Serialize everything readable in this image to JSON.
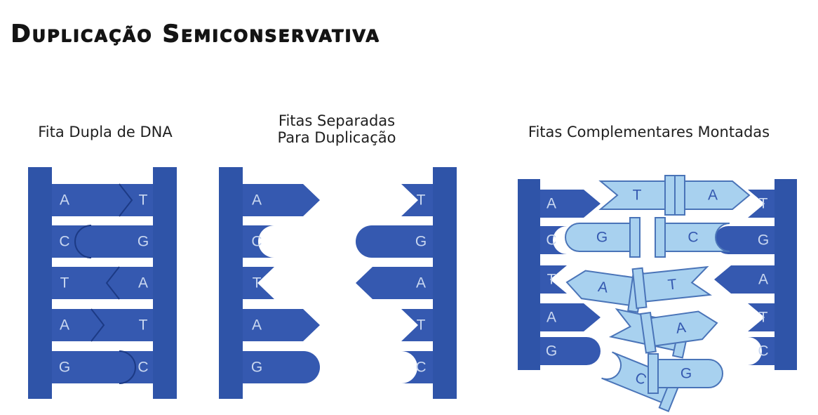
{
  "title": "Duplicação Semiconservativa",
  "panels": {
    "double_strand": {
      "title": "Fita Dupla de DNA"
    },
    "separated": {
      "title_line1": "Fitas Separadas",
      "title_line2": "Para Duplicação"
    },
    "assembled": {
      "title": "Fitas Complementares Montadas"
    }
  },
  "pairs": [
    {
      "left": "A",
      "right": "T"
    },
    {
      "left": "C",
      "right": "G"
    },
    {
      "left": "T",
      "right": "A"
    },
    {
      "left": "A",
      "right": "T"
    },
    {
      "left": "G",
      "right": "C"
    }
  ],
  "colors": {
    "backbone": "#2f54a8",
    "base_dark": "#3559b0",
    "base_light": "#a8d1ef",
    "base_light_stroke": "#4a74b8",
    "text_dark": "#c9d7f0",
    "text_light": "#3559b0"
  }
}
